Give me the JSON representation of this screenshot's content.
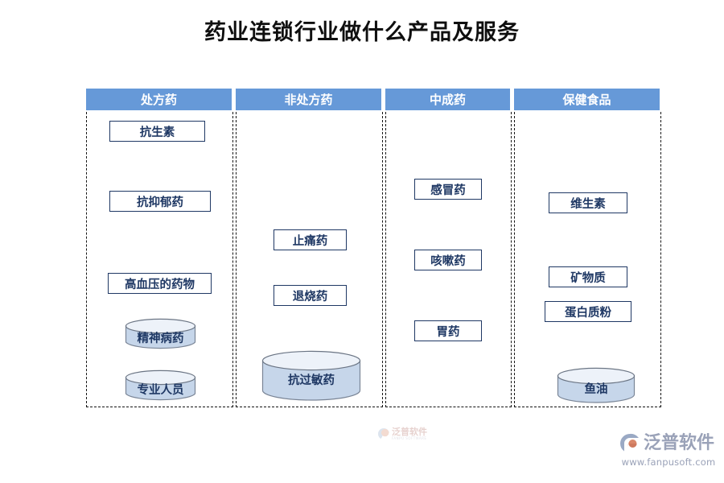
{
  "page": {
    "title": "药业连锁行业做什么产品及服务"
  },
  "diagram": {
    "type": "swimlane-category-diagram",
    "header_color": "#6699D8",
    "node_border_color": "#1F3864",
    "node_text_color": "#1F3864",
    "cylinder_fill": "#C6D6EA",
    "columns": [
      {
        "header": "处方药",
        "items": [
          {
            "label": "抗生素",
            "shape": "rectangle"
          },
          {
            "label": "抗抑郁药",
            "shape": "rectangle"
          },
          {
            "label": "高血压的药物",
            "shape": "rectangle"
          },
          {
            "label": "精神病药",
            "shape": "cylinder"
          },
          {
            "label": "专业人员",
            "shape": "cylinder"
          }
        ]
      },
      {
        "header": "非处方药",
        "items": [
          {
            "label": "止痛药",
            "shape": "rectangle"
          },
          {
            "label": "退烧药",
            "shape": "rectangle"
          },
          {
            "label": "抗过敏药",
            "shape": "cylinder"
          }
        ]
      },
      {
        "header": "中成药",
        "items": [
          {
            "label": "感冒药",
            "shape": "rectangle"
          },
          {
            "label": "咳嗽药",
            "shape": "rectangle"
          },
          {
            "label": "胃药",
            "shape": "rectangle"
          }
        ]
      },
      {
        "header": "保健食品",
        "items": [
          {
            "label": "维生素",
            "shape": "rectangle"
          },
          {
            "label": "矿物质",
            "shape": "rectangle"
          },
          {
            "label": "蛋白质粉",
            "shape": "rectangle"
          },
          {
            "label": "鱼油",
            "shape": "cylinder"
          }
        ]
      }
    ]
  },
  "watermark": {
    "brand": "泛普软件",
    "sub": "FANPU SOFTWARE"
  },
  "logo": {
    "brand": "泛普软件",
    "url": "www.fanpusoft.com"
  }
}
